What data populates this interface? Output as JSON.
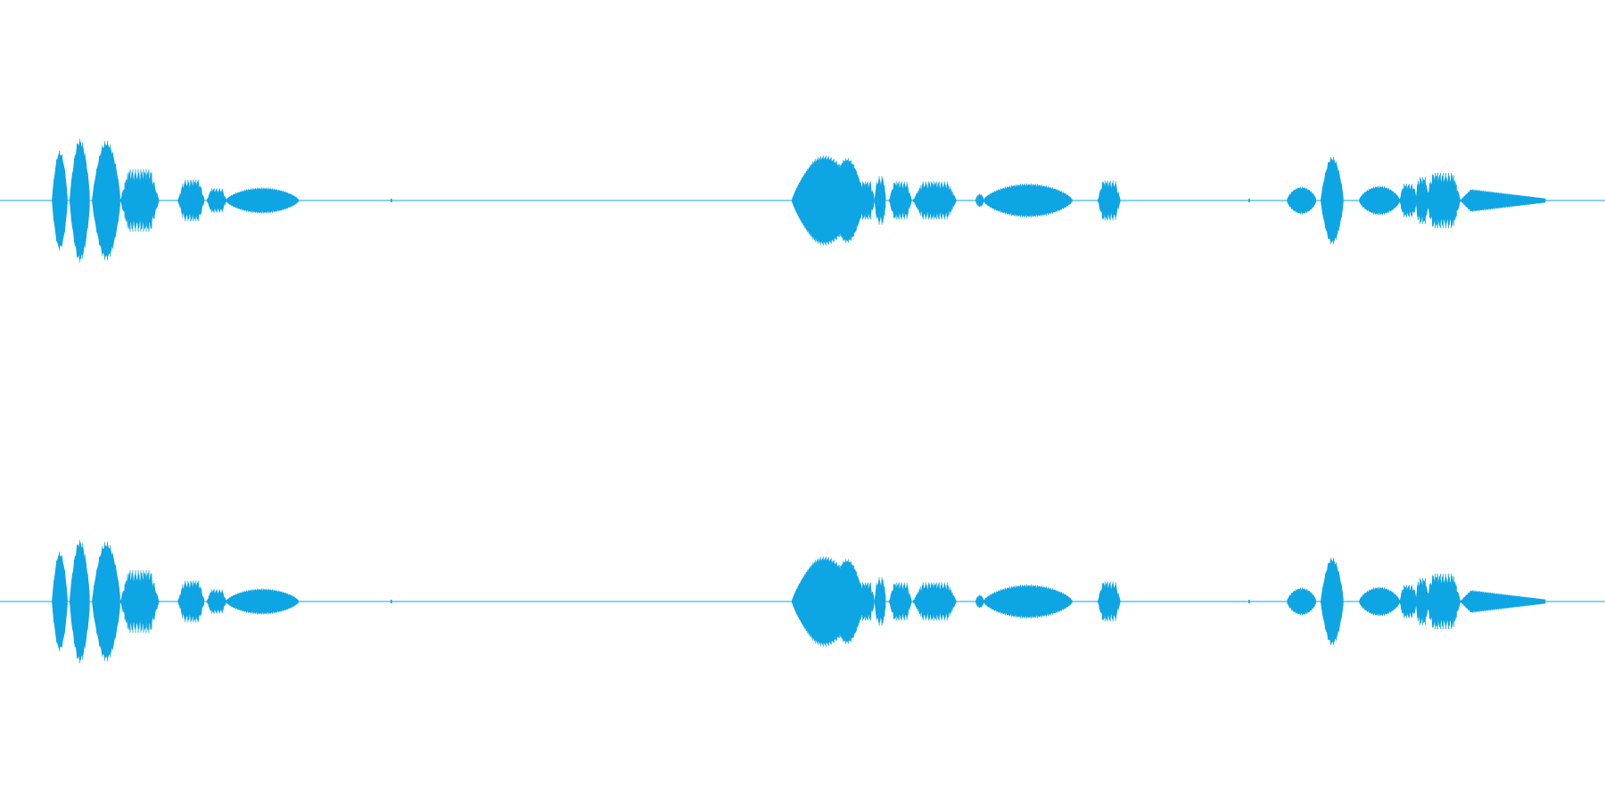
{
  "chart_data": {
    "type": "area",
    "title": "",
    "xlabel": "",
    "ylabel": "",
    "xlim": [
      0,
      1.0
    ],
    "ylim": [
      -1,
      1
    ],
    "grid": false,
    "legend": "none",
    "color": "#0ea5e4",
    "segment_attributes": [
      "start",
      "end",
      "amplitude",
      "shape"
    ],
    "channels": [
      {
        "segments": [
          [
            0.0325,
            0.042,
            0.6,
            "burst"
          ],
          [
            0.0435,
            0.056,
            0.74,
            "burst"
          ],
          [
            0.0575,
            0.075,
            0.72,
            "burst"
          ],
          [
            0.075,
            0.099,
            0.36,
            "tremolo"
          ],
          [
            0.111,
            0.1275,
            0.24,
            "tremolo"
          ],
          [
            0.129,
            0.141,
            0.14,
            "tremolo"
          ],
          [
            0.141,
            0.186,
            0.16,
            "hump"
          ],
          [
            0.2435,
            0.2445,
            0.02,
            "blip"
          ],
          [
            0.4935,
            0.534,
            0.54,
            "burst"
          ],
          [
            0.5175,
            0.538,
            0.51,
            "burst"
          ],
          [
            0.533,
            0.545,
            0.22,
            "tremolo"
          ],
          [
            0.545,
            0.552,
            0.28,
            "tremolo"
          ],
          [
            0.554,
            0.568,
            0.22,
            "tremolo"
          ],
          [
            0.569,
            0.596,
            0.22,
            "tremolo"
          ],
          [
            0.608,
            0.613,
            0.08,
            "hump"
          ],
          [
            0.613,
            0.668,
            0.21,
            "hump"
          ],
          [
            0.684,
            0.698,
            0.23,
            "tremolo"
          ],
          [
            0.778,
            0.779,
            0.02,
            "blip"
          ],
          [
            0.802,
            0.82,
            0.17,
            "hump"
          ],
          [
            0.823,
            0.837,
            0.53,
            "burst"
          ],
          [
            0.847,
            0.872,
            0.18,
            "hump"
          ],
          [
            0.872,
            0.883,
            0.19,
            "tremolo"
          ],
          [
            0.882,
            0.89,
            0.27,
            "tremolo"
          ],
          [
            0.888,
            0.91,
            0.32,
            "tremolo"
          ],
          [
            0.91,
            0.963,
            0.16,
            "tail"
          ]
        ]
      },
      {
        "segments": [
          [
            0.0325,
            0.042,
            0.6,
            "burst"
          ],
          [
            0.0435,
            0.056,
            0.74,
            "burst"
          ],
          [
            0.0575,
            0.075,
            0.72,
            "burst"
          ],
          [
            0.075,
            0.099,
            0.36,
            "tremolo"
          ],
          [
            0.111,
            0.1275,
            0.24,
            "tremolo"
          ],
          [
            0.129,
            0.141,
            0.14,
            "tremolo"
          ],
          [
            0.141,
            0.186,
            0.16,
            "hump"
          ],
          [
            0.2435,
            0.2445,
            0.02,
            "blip"
          ],
          [
            0.4935,
            0.534,
            0.54,
            "burst"
          ],
          [
            0.5175,
            0.538,
            0.51,
            "burst"
          ],
          [
            0.533,
            0.545,
            0.22,
            "tremolo"
          ],
          [
            0.545,
            0.552,
            0.28,
            "tremolo"
          ],
          [
            0.554,
            0.568,
            0.22,
            "tremolo"
          ],
          [
            0.569,
            0.596,
            0.22,
            "tremolo"
          ],
          [
            0.608,
            0.613,
            0.08,
            "hump"
          ],
          [
            0.613,
            0.668,
            0.21,
            "hump"
          ],
          [
            0.684,
            0.698,
            0.23,
            "tremolo"
          ],
          [
            0.778,
            0.779,
            0.02,
            "blip"
          ],
          [
            0.802,
            0.82,
            0.17,
            "hump"
          ],
          [
            0.823,
            0.837,
            0.53,
            "burst"
          ],
          [
            0.847,
            0.872,
            0.18,
            "hump"
          ],
          [
            0.872,
            0.883,
            0.19,
            "tremolo"
          ],
          [
            0.882,
            0.89,
            0.27,
            "tremolo"
          ],
          [
            0.888,
            0.91,
            0.32,
            "tremolo"
          ],
          [
            0.91,
            0.963,
            0.16,
            "tail"
          ]
        ]
      }
    ]
  }
}
